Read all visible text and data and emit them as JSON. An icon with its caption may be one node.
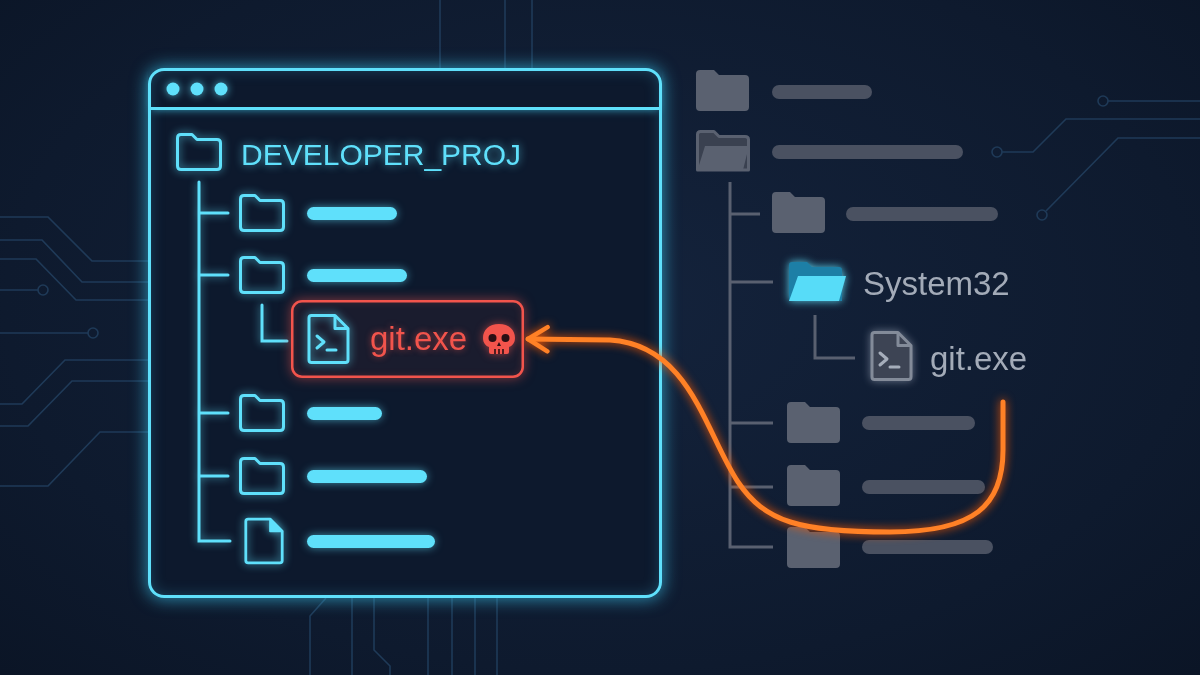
{
  "diagram": {
    "nodes": [
      {
        "text": [
          "DEVELOPER_PROJ"
        ]
      },
      {
        "text": [
          "git.exe"
        ],
        "in": 0
      }
    ],
    "edges": [
      {
        "from": null,
        "to": 1,
        "arrow": "to"
      }
    ],
    "labels": [
      "System32",
      "git.exe"
    ]
  }
}
